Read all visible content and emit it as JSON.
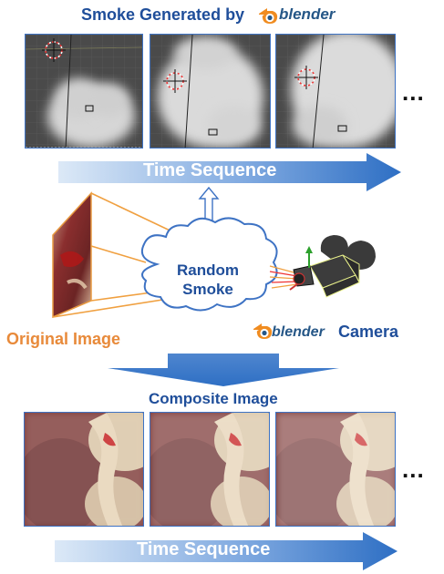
{
  "header": {
    "title_prefix": "Smoke Generated by",
    "brand": "blender"
  },
  "top_arrow": {
    "label": "Time Sequence"
  },
  "bottom_arrow": {
    "label": "Time Sequence"
  },
  "middle": {
    "cloud_label_line1": "Random",
    "cloud_label_line2": "Smoke",
    "original_label": "Original Image",
    "camera_brand": "blender",
    "camera_label": "Camera"
  },
  "composite_title": "Composite Image",
  "ellipsis": "...",
  "colors": {
    "title_blue": "#1f4e9a",
    "frame_border": "#3e73c4",
    "arrow_light": "#dce9f7",
    "arrow_dark": "#2e6fc4",
    "orange": "#f0a040",
    "original_label": "#e88a3a",
    "blender_orange": "#f08c20",
    "blender_blue": "#265787"
  }
}
